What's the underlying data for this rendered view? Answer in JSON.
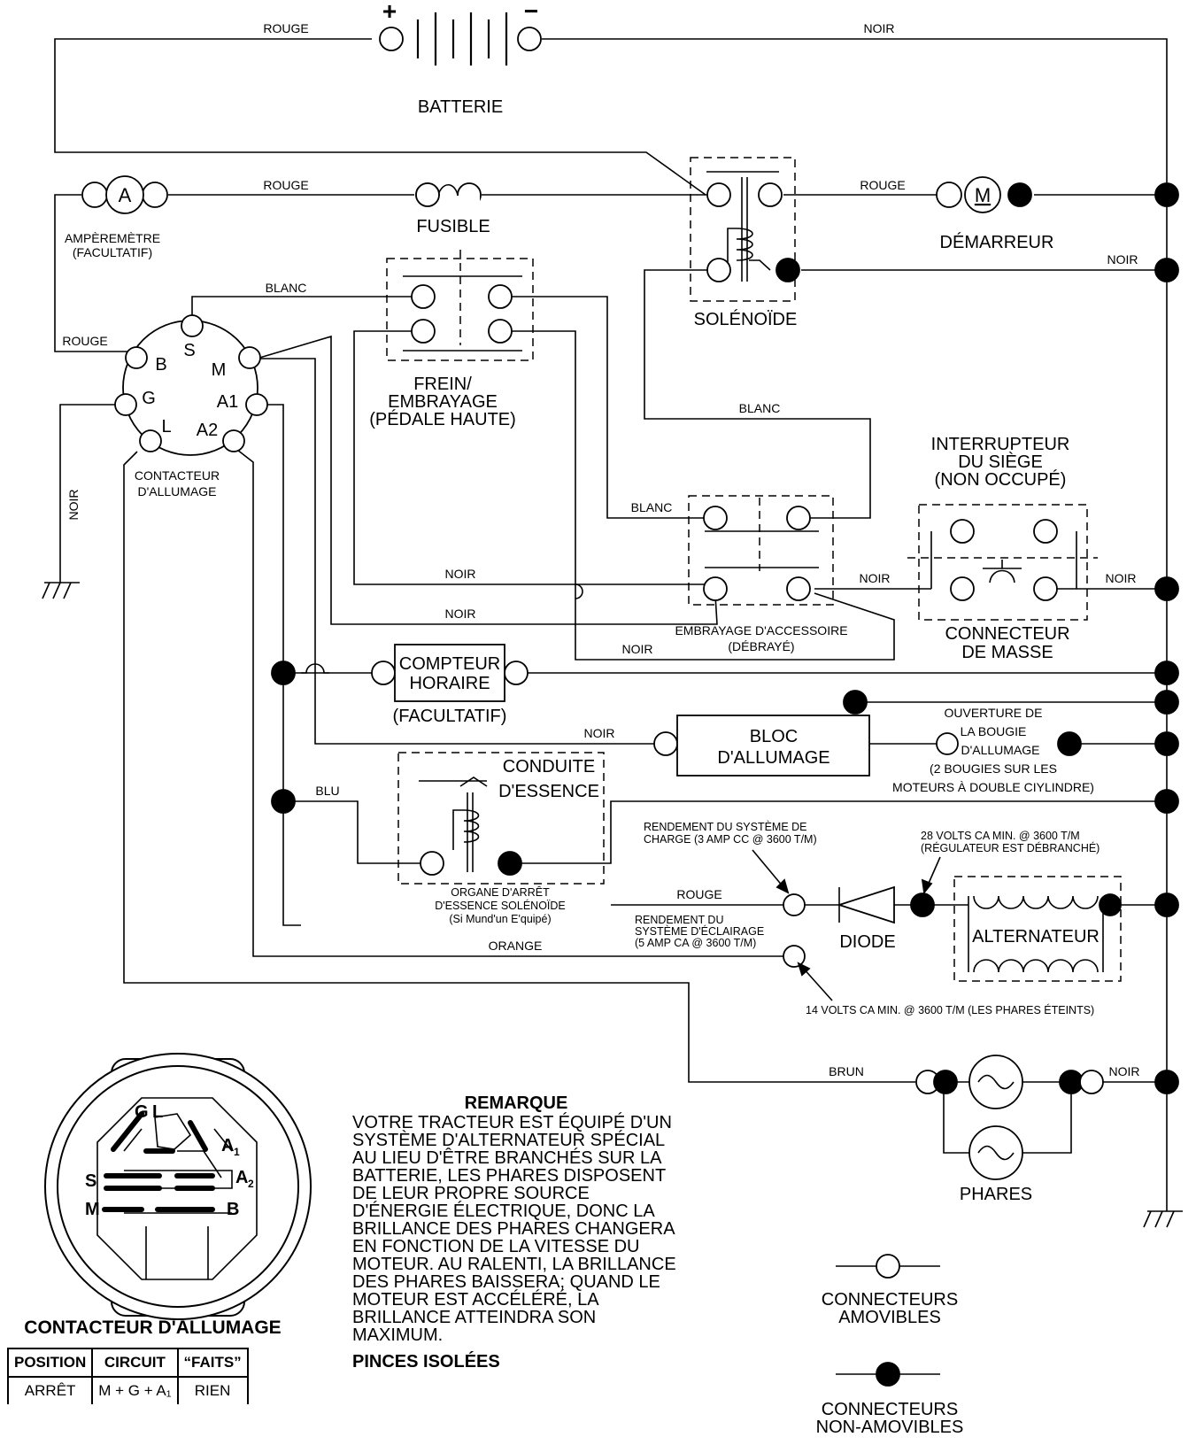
{
  "labels": {
    "battery": "BATTERIE",
    "ammeter": "AMPÈREMÈTRE",
    "ammeter_opt": "(FACULTATIF)",
    "fuse": "FUSIBLE",
    "solenoid": "SOLÉNOÏDE",
    "starter": "DÉMARREUR",
    "brake_l1": "FREIN/",
    "brake_l2": "EMBRAYAGE",
    "brake_l3": "(PÉDALE HAUTE)",
    "ign_switch_l1": "CONTACTEUR",
    "ign_switch_l2": "D'ALLUMAGE",
    "seat_l1": "INTERRUPTEUR",
    "seat_l2": "DU SIÈGE",
    "seat_l3": "(NON OCCUPÉ)",
    "ground_l1": "CONNECTEUR",
    "ground_l2": "DE MASSE",
    "pto_l1": "EMBRAYAGE D'ACCESSOIRE",
    "pto_l2": "(DÉBRAYÉ)",
    "hour_l1": "COMPTEUR",
    "hour_l2": "HORAIRE",
    "hour_opt": "(FACULTATIF)",
    "ign_mod_l1": "BLOC",
    "ign_mod_l2": "D'ALLUMAGE",
    "spark_l1": "OUVERTURE DE",
    "spark_l2": "LA BOUGIE",
    "spark_l3": "D'ALLUMAGE",
    "spark_l4": "(2 BOUGIES SUR LES",
    "spark_l5": "MOTEURS À DOUBLE CIYLINDRE)",
    "fuel_l1": "CONDUITE",
    "fuel_l2": "D'ESSENCE",
    "fuelstop_l1": "ORGANE D'ARRÊT",
    "fuelstop_l2": "D'ESSENCE SOLÉNOÏDE",
    "fuelstop_l3": "(Si Mund'un E'quipé)",
    "charge_l1": "RENDEMENT DU SYSTÈME DE",
    "charge_l2": "CHARGE (3 AMP CC @ 3600 T/M)",
    "volts28_l1": "28 VOLTS CA MIN. @ 3600 T/M",
    "volts28_l2": "(RÉGULATEUR EST DÉBRANCHÉ)",
    "light_l1": "RENDEMENT DU",
    "light_l2": "SYSTÈME D'ÉCLAIRAGE",
    "light_l3": "(5 AMP CA @ 3600 T/M)",
    "diode": "DIODE",
    "alternator": "ALTERNATEUR",
    "volts14": "14 VOLTS CA MIN. @ 3600 T/M (LES PHARES ÉTEINTS)",
    "headlights": "PHARES",
    "removable_l1": "CONNECTEURS",
    "removable_l2": "AMOVIBLES",
    "nonremovable_l1": "CONNECTEURS",
    "nonremovable_l2": "NON-AMOVIBLES",
    "plus": "+",
    "minus": "−",
    "ammeter_symbol": "A",
    "motor_symbol": "M"
  },
  "wires": {
    "rouge": "ROUGE",
    "noir": "NOIR",
    "blanc": "BLANC",
    "blu": "BLU",
    "orange": "ORANGE",
    "brun": "BRUN"
  },
  "terminals": {
    "b": "B",
    "s": "S",
    "m": "M",
    "g": "G",
    "a1": "A1",
    "l": "L",
    "a2": "A2"
  },
  "switch_face": {
    "g": "G",
    "l": "L",
    "a": "A",
    "sub1": "1",
    "sub2": "2",
    "s": "S",
    "m": "M",
    "b": "B"
  },
  "note": {
    "title": "REMARQUE",
    "body": "VOTRE TRACTEUR EST ÉQUIPÉ D'UN SYSTÈME D'ALTERNATEUR SPÉCIAL AU LIEU D'ÊTRE BRANCHÉS SUR LA BATTERIE, LES PHARES DISPOSENT DE LEUR PROPRE SOURCE D'ÉNERGIE ÉLECTRIQUE, DONC LA BRILLANCE DES PHARES CHANGERA EN FONCTION DE LA VITESSE DU MOTEUR. AU RALENTI, LA BRILLANCE DES PHARES BAISSERA; QUAND LE MOTEUR EST ACCÉLÉRÉ, LA BRILLANCE ATTEINDRA SON MAXIMUM.",
    "subtitle": "PINCES ISOLÉES"
  },
  "switch_table": {
    "title": "CONTACTEUR D'ALLUMAGE",
    "headers": [
      "POSITION",
      "CIRCUIT",
      "“FAITS”"
    ],
    "rows": [
      [
        "ARRÊT",
        "M + G + A₁",
        "RIEN"
      ]
    ]
  }
}
